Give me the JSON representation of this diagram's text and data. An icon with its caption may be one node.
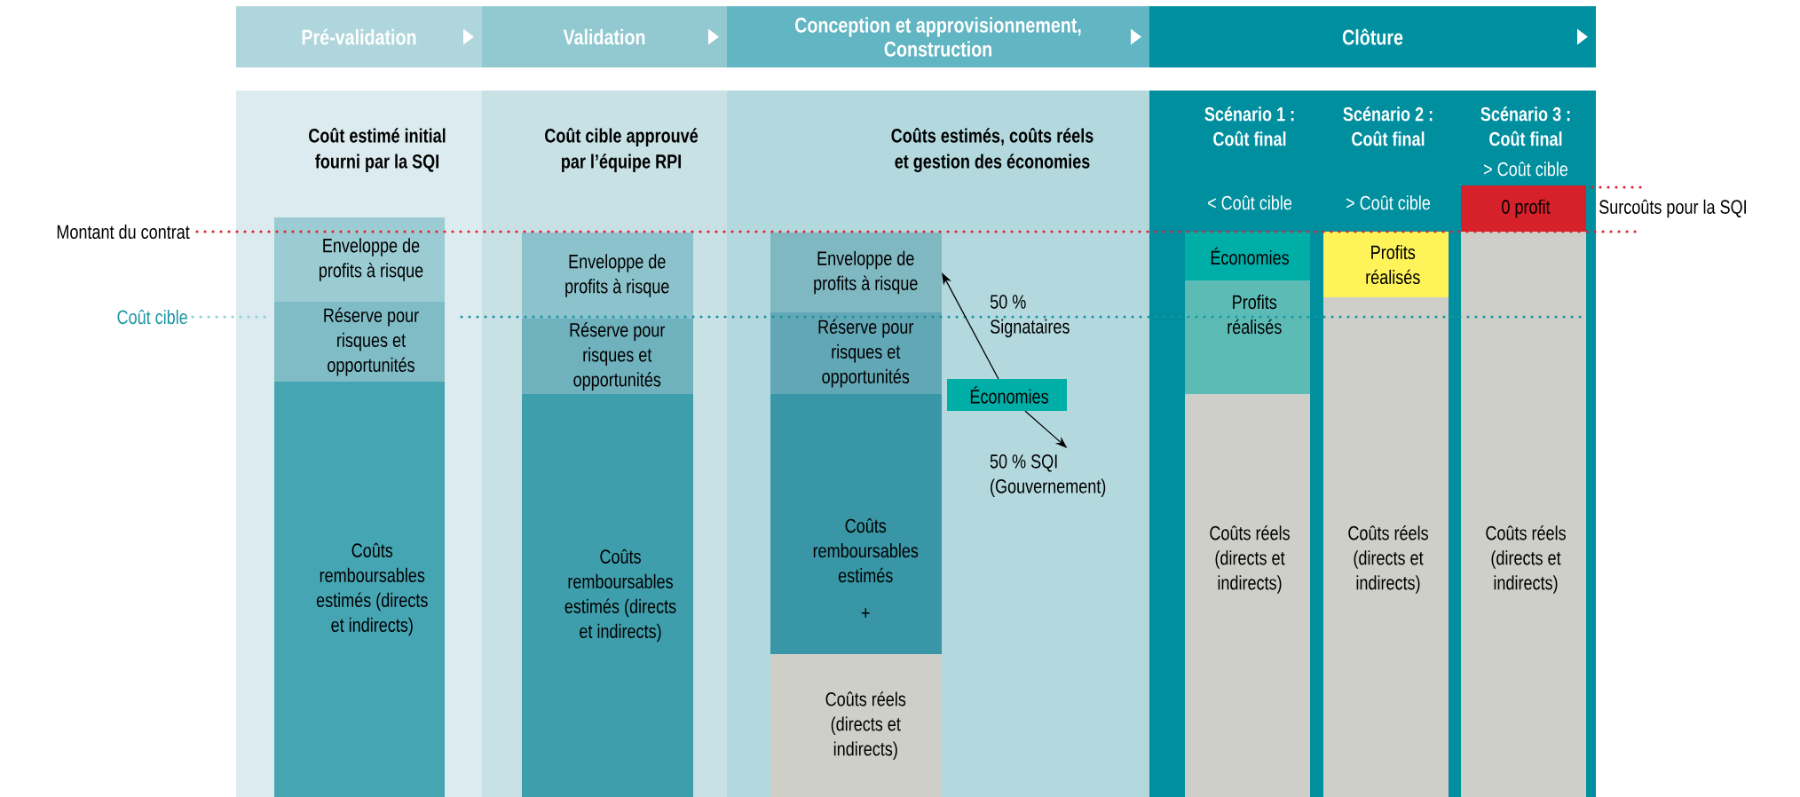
{
  "diagram": {
    "nodes": [
      {
        "text": [
          "Pré-validation"
        ]
      },
      {
        "text": [
          "Validation"
        ]
      },
      {
        "text": [
          "Conception et approvisionnement, Construction"
        ]
      },
      {
        "text": [
          "Clôture"
        ]
      },
      {
        "text": [
          "Coût estimé initial fourni par la SQI"
        ]
      },
      {
        "text": [
          "Enveloppe de profits à risque"
        ],
        "in": 4
      },
      {
        "text": [
          "Réserve pour risques et opportunités"
        ],
        "in": 4
      },
      {
        "text": [
          "Coûts remboursables estimés (directs et indirects)"
        ],
        "in": 4
      },
      {
        "text": [
          "Coût cible approuvé par l’équipe RPI"
        ]
      },
      {
        "text": [
          "Enveloppe de profits à risque"
        ],
        "in": 8
      },
      {
        "text": [
          "Réserve pour risques et opportunités"
        ],
        "in": 8
      },
      {
        "text": [
          "Coûts remboursables estimés (directs et indirects)"
        ],
        "in": 8
      },
      {
        "text": [
          "Coûts estimés, coûts réels et gestion des économies"
        ]
      },
      {
        "text": [
          "Enveloppe de profits à risque"
        ],
        "in": 12
      },
      {
        "text": [
          "Réserve pour risques et opportunités"
        ],
        "in": 12
      },
      {
        "text": [
          "Coûts remboursables estimés",
          "+"
        ],
        "in": 12
      },
      {
        "text": [
          "Coûts réels (directs et indirects)"
        ],
        "in": 12
      },
      {
        "text": [
          "Économies"
        ],
        "in": 12
      },
      {
        "text": [
          "50 % SQI (Gouvernement)"
        ],
        "in": 12
      },
      {
        "text": [],
        "shape": "box"
      },
      {
        "text": [
          "Scénario 1 : Coût final",
          "< Coût cible"
        ],
        "in": 19
      },
      {
        "text": [
          "Économies"
        ],
        "in": 19
      },
      {
        "text": [
          "Profits réalisés"
        ],
        "in": 19
      },
      {
        "text": [
          "Coûts réels (directs et indirects)"
        ],
        "in": 19
      },
      {
        "text": [
          "Scénario 2 : Coût final",
          "> Coût cible"
        ],
        "in": 19
      },
      {
        "text": [
          "Profits réalisés"
        ],
        "in": 19
      },
      {
        "text": [
          "Coûts réels (directs et indirects)"
        ],
        "in": 19
      },
      {
        "text": [
          "Scénario 3 : Coût final",
          "> Coût cible"
        ],
        "in": 19
      },
      {
        "text": [
          "0 profit"
        ],
        "in": 19
      },
      {
        "text": [
          "Coûts réels (directs et indirects)"
        ],
        "in": 19
      }
    ],
    "edges": [
      {
        "from": 0,
        "to": 1,
        "arrow": "to"
      },
      {
        "from": 1,
        "to": 2,
        "arrow": "to"
      },
      {
        "from": 2,
        "to": 3,
        "arrow": "to"
      },
      {
        "from": 3,
        "to": null,
        "arrow": "to"
      },
      {
        "from": 17,
        "to": 13,
        "arrow": "to"
      },
      {
        "from": 17,
        "to": 18,
        "arrow": "to"
      }
    ],
    "labels": [
      "Surcoûts pour la SQI",
      "Montant du contrat",
      "50 % Signataires",
      "Coût cible"
    ]
  }
}
